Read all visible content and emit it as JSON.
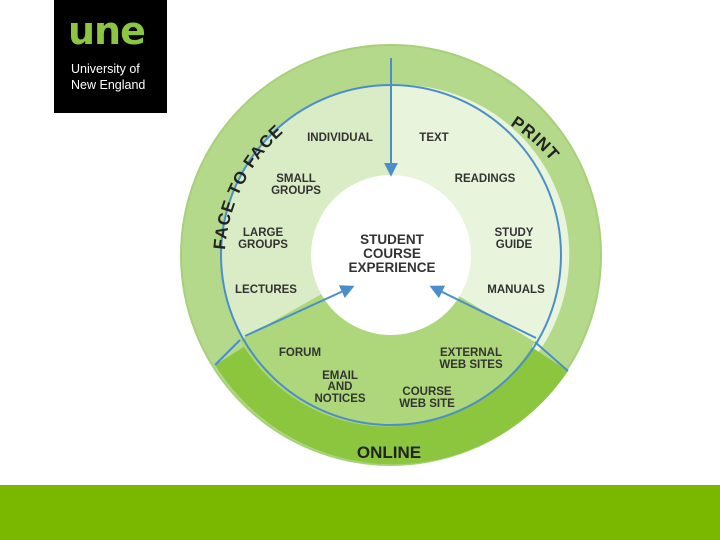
{
  "logo": {
    "mark": "une",
    "line1": "University of",
    "line2": "New England"
  },
  "diagram": {
    "center": [
      "STUDENT",
      "COURSE",
      "EXPERIENCE"
    ],
    "rings": {
      "face_to_face": "FACE TO FACE",
      "print": "PRINT",
      "online": "ONLINE"
    },
    "face_to_face_items": {
      "individual": "INDIVIDUAL",
      "small_groups": [
        "SMALL",
        "GROUPS"
      ],
      "large_groups": [
        "LARGE",
        "GROUPS"
      ],
      "lectures": "LECTURES"
    },
    "print_items": {
      "text": "TEXT",
      "readings": "READINGS",
      "study_guide": [
        "STUDY",
        "GUIDE"
      ],
      "manuals": "MANUALS"
    },
    "online_items": {
      "forum": "FORUM",
      "email_notices": [
        "EMAIL",
        "AND",
        "NOTICES"
      ],
      "external_web_sites": [
        "EXTERNAL",
        "WEB SITES"
      ],
      "course_web_site": [
        "COURSE",
        "WEB SITE"
      ]
    },
    "colors": {
      "outer_ring": "#b5d98a",
      "inner_region": "#daecc5",
      "print_inner": "#e9f4dc",
      "online_outer": "#8cc63f",
      "online_inner": "#aed67a",
      "divider": "#4a8fc9",
      "center": "#ffffff"
    }
  },
  "footer": {
    "bar_color": "#7ab800"
  }
}
